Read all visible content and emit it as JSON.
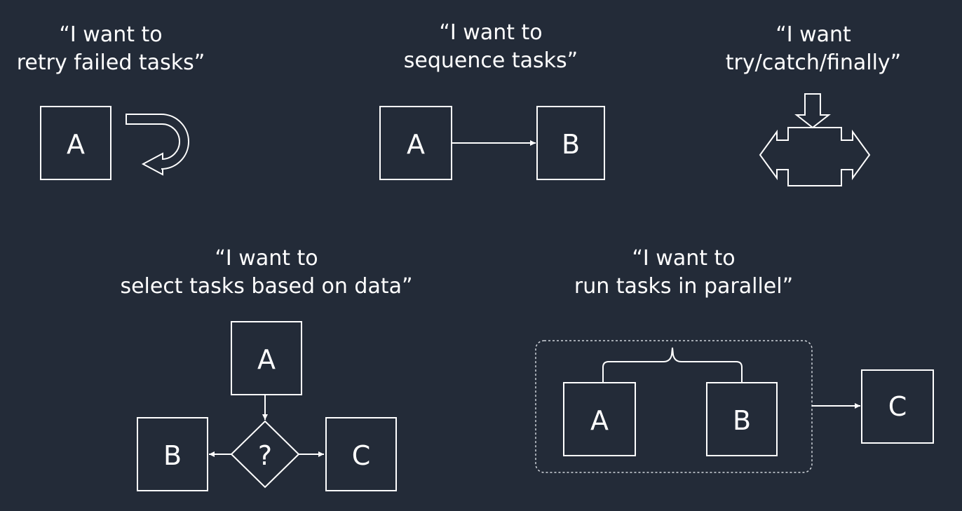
{
  "retry": {
    "caption_line1": "“I want to",
    "caption_line2": "retry failed tasks”",
    "box_a": "A"
  },
  "sequence": {
    "caption_line1": "“I want to",
    "caption_line2": "sequence tasks”",
    "box_a": "A",
    "box_b": "B"
  },
  "trycatch": {
    "caption_line1": "“I want",
    "caption_line2": "try/catch/finally”"
  },
  "choice": {
    "caption_line1": "“I want to",
    "caption_line2": "select tasks based on data”",
    "box_a": "A",
    "box_b": "B",
    "box_c": "C",
    "decision": "?"
  },
  "parallel": {
    "caption_line1": "“I want to",
    "caption_line2": "run tasks in parallel”",
    "box_a": "A",
    "box_b": "B",
    "box_c": "C"
  },
  "colors": {
    "background": "#232b38",
    "foreground": "#ffffff"
  }
}
